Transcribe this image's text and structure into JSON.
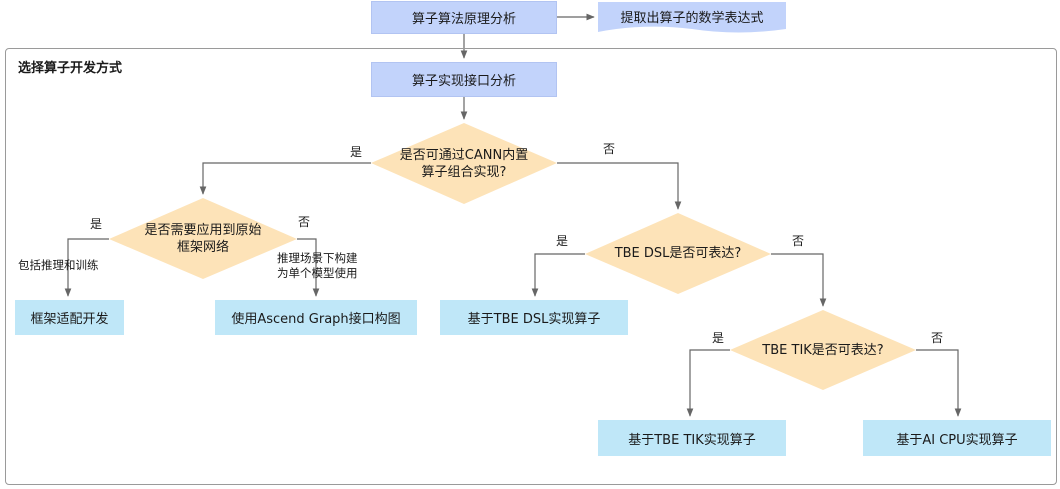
{
  "frame": {
    "title": "选择算子开发方式"
  },
  "nodes": {
    "analysis": "算子算法原理分析",
    "math_expr": "提取出算子的数学表达式",
    "interface": "算子实现接口分析",
    "q_cann": {
      "line1": "是否可通过CANN内置",
      "line2": "算子组合实现?"
    },
    "q_framework": {
      "line1": "是否需要应用到原始",
      "line2": "框架网络"
    },
    "q_dsl": "TBE DSL是否可表达?",
    "q_tik": "TBE TIK是否可表达?",
    "framework_adapt": "框架适配开发",
    "ascend_graph": "使用Ascend Graph接口构图",
    "dsl_impl": "基于TBE DSL实现算子",
    "tik_impl": "基于TBE TIK实现算子",
    "aicpu_impl": "基于AI CPU实现算子"
  },
  "labels": {
    "cann_yes": "是",
    "cann_no": "否",
    "framework_yes": "是",
    "framework_no": "否",
    "dsl_yes": "是",
    "dsl_no": "否",
    "tik_yes": "是",
    "tik_no": "否",
    "framework_yes_note": "包括推理和训练",
    "framework_no_note": {
      "line1": "推理场景下构建",
      "line2": "为单个模型使用"
    }
  },
  "colors": {
    "process": "#c2d3fb",
    "decision": "#fde3b8",
    "result": "#bfe7f8",
    "connector": "#666666",
    "frame_border": "#9a9a9a"
  }
}
